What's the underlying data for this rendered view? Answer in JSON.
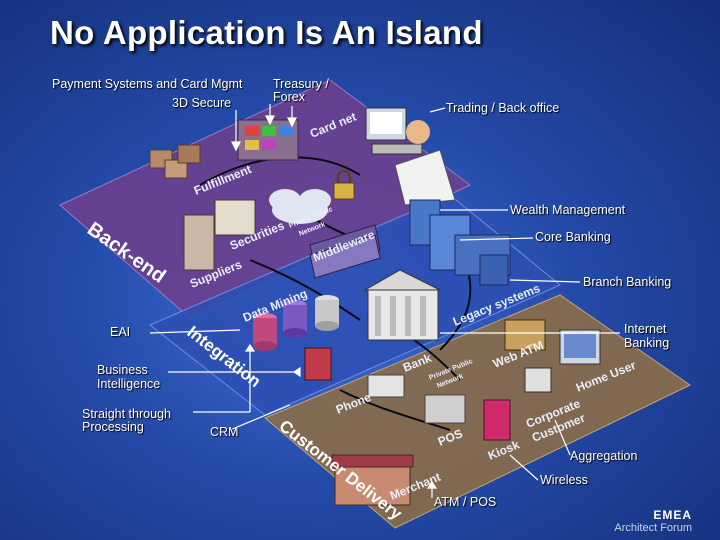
{
  "title": "No Application Is An Island",
  "callouts": {
    "payment": "Payment Systems and Card Mgmt",
    "treasury_l1": "Treasury /",
    "treasury_l2": "Forex",
    "secure3d": "3D Secure",
    "trading": "Trading / Back office",
    "wealth": "Wealth Management",
    "core": "Core Banking",
    "branch": "Branch Banking",
    "eai": "EAI",
    "internet_l1": "Internet",
    "internet_l2": "Banking",
    "bi_l1": "Business",
    "bi_l2": "Intelligence",
    "stp_l1": "Straight through",
    "stp_l2": "Processing",
    "crm": "CRM",
    "aggregation": "Aggregation",
    "wireless": "Wireless",
    "atm_pos": "ATM / POS"
  },
  "layers": {
    "backend": "Back-end",
    "integration": "Integration",
    "delivery": "Customer Delivery"
  },
  "tags": {
    "card_net": "Card net",
    "fulfillment": "Fulfillment",
    "securities": "Securities",
    "private_public_1": "Private Public",
    "network_1": "Network",
    "middleware": "Middleware",
    "suppliers": "Suppliers",
    "data_mining": "Data Mining",
    "legacy": "Legacy systems",
    "bank": "Bank",
    "private_public_2": "Private Public",
    "network_2": "Network",
    "web_atm": "Web ATM",
    "home_user": "Home User",
    "phone": "Phone",
    "corporate": "Corporate",
    "customer": "Customer",
    "pos": "POS",
    "kiosk": "Kiosk",
    "merchant": "Merchant"
  },
  "footer": {
    "org": "EMEA",
    "forum": "Architect Forum"
  },
  "colors": {
    "backend_plane": "#6b3f8e",
    "integration_plane": "#2c4fb3",
    "delivery_plane": "#8a6d4a",
    "background": "#244aa8"
  }
}
